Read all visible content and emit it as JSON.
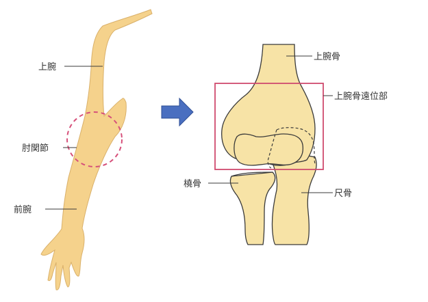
{
  "labels": {
    "upper_arm": "上腕",
    "elbow_joint": "肘関節",
    "forearm": "前腕",
    "humerus": "上腕骨",
    "distal_humerus": "上腕骨遠位部",
    "radius": "橈骨",
    "ulna": "尺骨"
  },
  "colors": {
    "bone_fill": "#f7e3a6",
    "arm_fill": "#f5d28c",
    "outline": "#3a3a3a",
    "highlight_box": "#cf4a6e",
    "elbow_circle": "#d6507a",
    "arrow": "#4a6fc0"
  },
  "icons": {
    "arrow": "right-arrow-icon"
  }
}
